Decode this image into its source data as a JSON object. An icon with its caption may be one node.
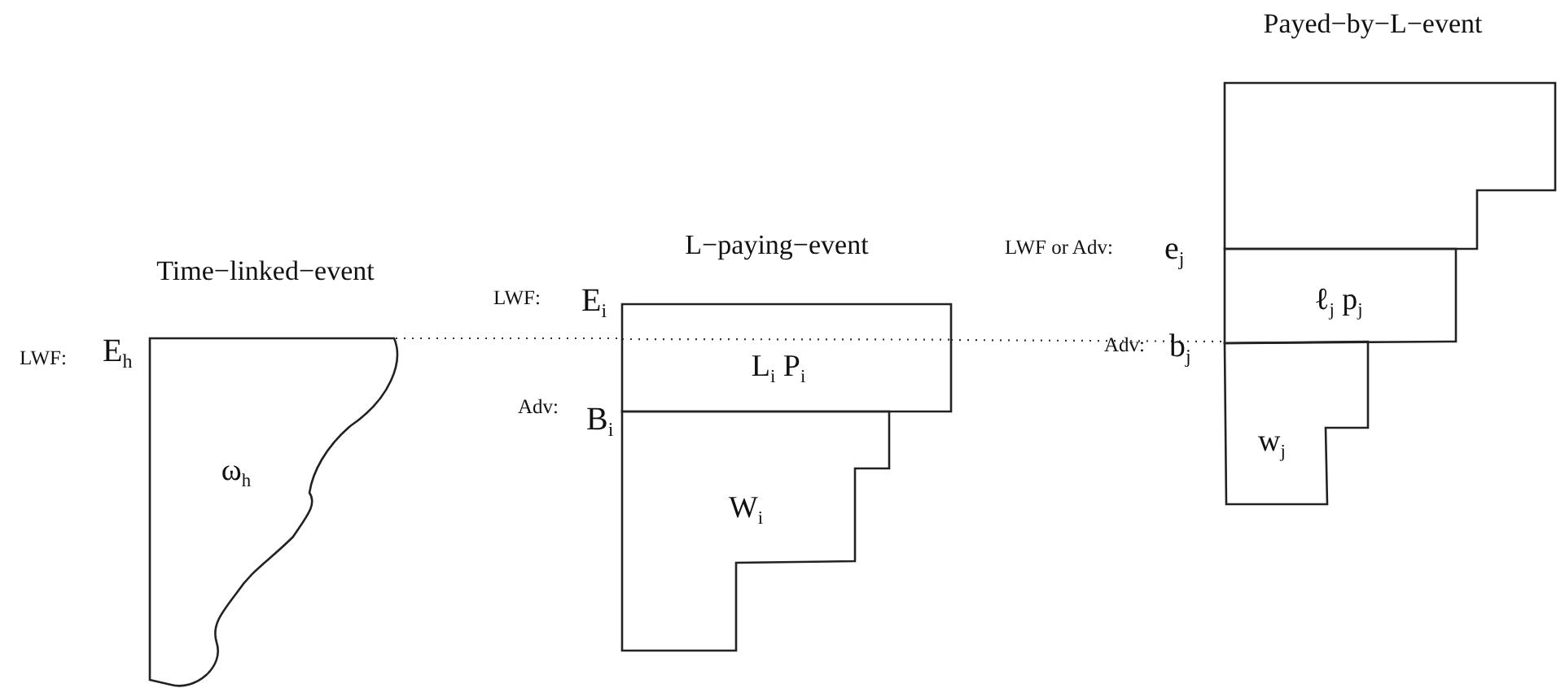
{
  "diagram": {
    "nodes": [
      {
        "text": [
          "Time−linked−event",
          "ω$_{h}$"
        ],
        "beside": [
          "LWF:",
          "E$_{h}$"
        ]
      },
      {
        "text": [
          "L−paying−event",
          "L$_{i}$ P$_{i}$"
        ],
        "beside": [
          "LWF:",
          "E$_{i}$"
        ]
      },
      {
        "text": [
          "W$_{i}$"
        ],
        "beside": [
          "Adv:",
          "B$_{i}$"
        ]
      },
      {
        "text": [
          "Payed−by−L−event"
        ]
      },
      {
        "text": [
          "ℓ$_{j}$ p$_{j}$"
        ],
        "beside": [
          "LWF or Adv:",
          "e$_{j}$"
        ]
      },
      {
        "text": [
          "w$_{j}$"
        ],
        "beside": [
          "Adv:",
          "b$_{j}$"
        ]
      }
    ],
    "edges": [
      {
        "from": 0,
        "to": 1,
        "arrow": "none",
        "style": "dashed"
      },
      {
        "from": 1,
        "to": 5,
        "arrow": "none",
        "style": "dashed"
      }
    ]
  }
}
